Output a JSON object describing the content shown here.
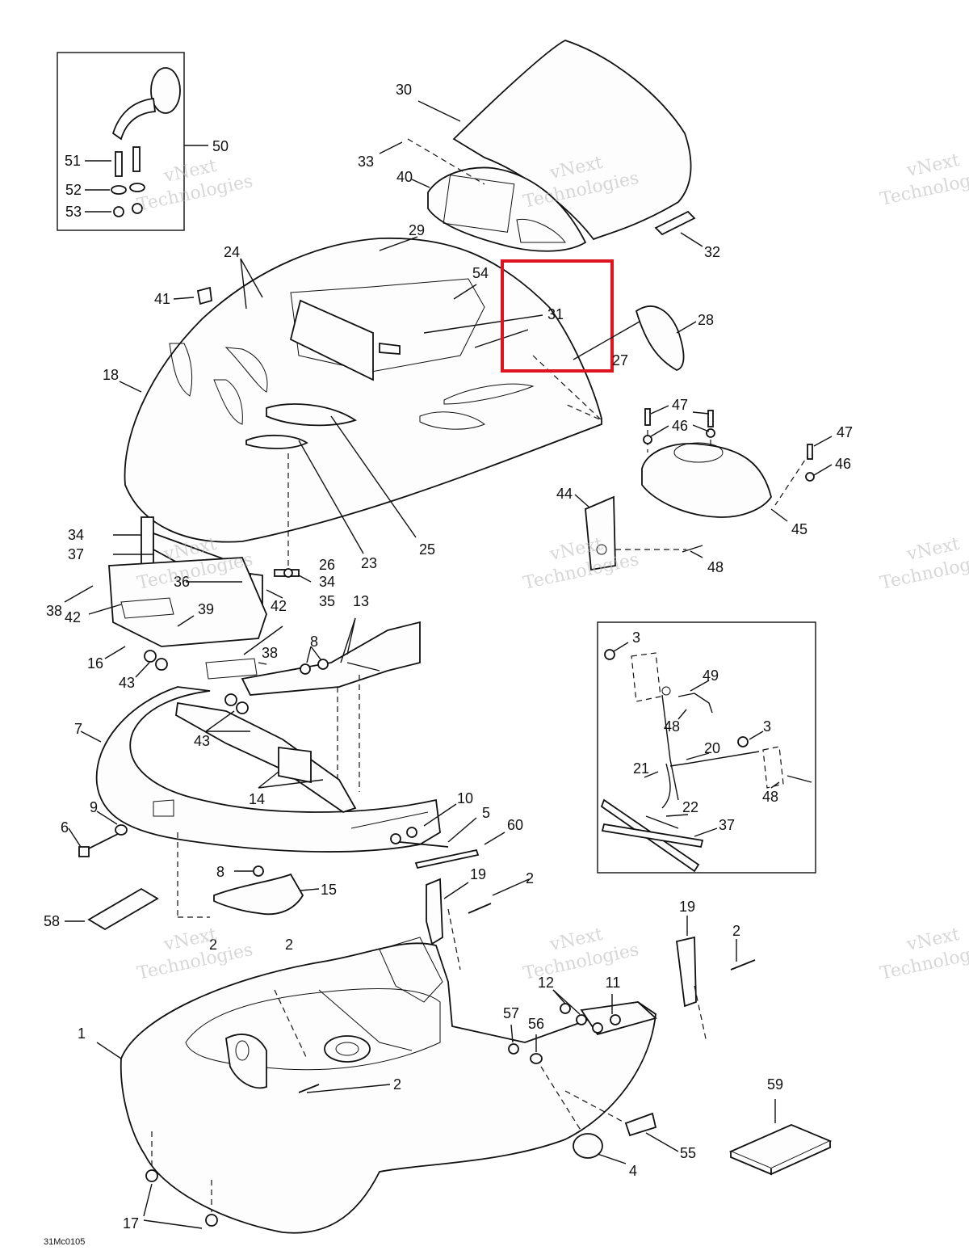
{
  "diagram_code": "31Mc0105",
  "watermark": {
    "line1": "vNext",
    "line2": "Technologies"
  },
  "highlight": {
    "color": "#e0141e",
    "label": "31"
  },
  "callouts": [
    "1",
    "2",
    "3",
    "4",
    "5",
    "6",
    "7",
    "8",
    "9",
    "10",
    "11",
    "12",
    "13",
    "14",
    "15",
    "16",
    "17",
    "18",
    "19",
    "20",
    "21",
    "22",
    "23",
    "24",
    "25",
    "26",
    "27",
    "28",
    "29",
    "30",
    "31",
    "32",
    "33",
    "34",
    "35",
    "36",
    "37",
    "38",
    "39",
    "40",
    "41",
    "42",
    "43",
    "44",
    "45",
    "46",
    "47",
    "48",
    "49",
    "50",
    "51",
    "52",
    "53",
    "54",
    "55",
    "56",
    "57",
    "58",
    "59",
    "60"
  ]
}
